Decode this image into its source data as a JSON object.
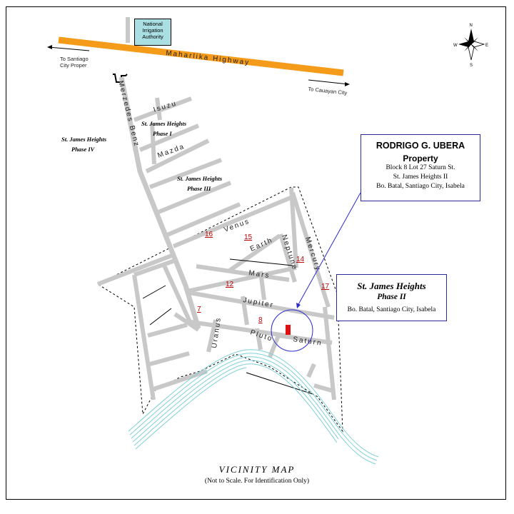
{
  "highway": {
    "label": "Maharlika Highway",
    "color": "#f59b1a"
  },
  "directions": {
    "west": {
      "line1": "To Santiago",
      "line2": "City Proper"
    },
    "east": "To Cauayan City"
  },
  "landmark": {
    "line1": "National",
    "line2": "Irrigation",
    "line3": "Authority",
    "color": "#a9dfe3"
  },
  "compass": {
    "n": "N",
    "s": "S",
    "e": "E",
    "w": "W"
  },
  "roads": {
    "merzedes_benz": "Merzedes Benz",
    "isuzu": "Isuzu",
    "mazda": "Mazda",
    "venus": "Venus",
    "earth": "Earth",
    "neptune": "Neptune",
    "mercury": "Mercury",
    "mars": "Mars",
    "jupiter": "Jupiter",
    "uranus": "Uranus",
    "pluto": "Pluto",
    "saturn": "Saturn"
  },
  "road_color": "#c8c8c8",
  "river_color": "#7fcfd6",
  "subdivisions": {
    "phase1": {
      "line1": "St. James Heights",
      "line2": "Phase I"
    },
    "phase3": {
      "line1": "St. James Heights",
      "line2": "Phase III"
    },
    "phase4": {
      "line1": "St. James Heights",
      "line2": "Phase IV"
    }
  },
  "blocks": [
    "16",
    "15",
    "14",
    "12",
    "17",
    "7",
    "8"
  ],
  "owner": {
    "name": "RODRIGO G. UBERA",
    "subtitle": "Property",
    "line1": "Block 8 Lot 27 Saturn St.",
    "line2": "St. James Heights II",
    "line3": "Bo. Batal, Santiago City, Isabela"
  },
  "phase2": {
    "title": "St. James Heights",
    "subtitle": "Phase II",
    "address": "Bo. Batal, Santiago City, Isabela"
  },
  "property_color": "#e01010",
  "footer": {
    "title": "VICINITY MAP",
    "note": "(Not to Scale. For Identification Only)"
  }
}
